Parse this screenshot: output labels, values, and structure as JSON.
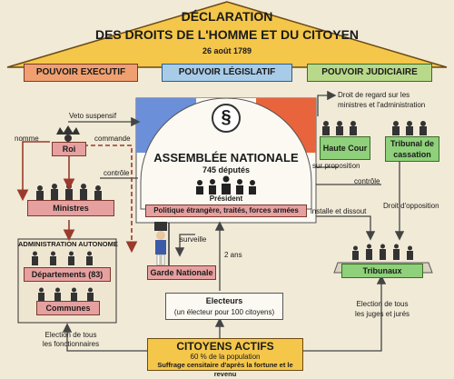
{
  "header": {
    "title_line1": "DÉCLARATION",
    "title_line2": "DES DROITS DE L'HOMME ET DU CITOYEN",
    "date": "26 août 1789"
  },
  "powers": {
    "executive": "POUVOIR EXECUTIF",
    "legislative": "POUVOIR LÉGISLATIF",
    "judicial": "POUVOIR JUDICIAIRE"
  },
  "assembly": {
    "symbol": "§",
    "name": "ASSEMBLÉE NATIONALE",
    "members": "745 députés",
    "president": "Président",
    "domain": "Politique étrangère, traités, forces armées"
  },
  "executive": {
    "veto": "Veto suspensif",
    "appoints": "nomme",
    "commands": "commande",
    "king": "Roi",
    "control": "contrôle",
    "ministers": "Ministres",
    "admin_title": "ADMINISTRATION AUTONOME",
    "departments": "Départements (83)",
    "communes": "Communes",
    "national_guard": "Garde Nationale",
    "surveille": "surveille"
  },
  "judicial": {
    "oversight": "Droit de regard sur les ministres et l'administration",
    "oversight_line1": "Droit de regard sur les",
    "oversight_line2": "ministres et l'administration",
    "high_court": "Haute Cour",
    "cassation_line1": "Tribunal de",
    "cassation_line2": "cassation",
    "on_proposal": "sur proposition",
    "control": "contrôle",
    "installs": "installe et dissout",
    "opposition": "Droit d'opposition",
    "tribunals": "Tribunaux",
    "judges_line1": "Election de tous",
    "judges_line2": "les juges et jurés"
  },
  "electors": {
    "term": "2 ans",
    "title": "Electeurs",
    "ratio": "(un électeur pour 100 citoyens)"
  },
  "citizens": {
    "officials_line1": "Election de tous",
    "officials_line2": "les fonctionnaires",
    "title": "CITOYENS ACTIFS",
    "share": "60 % de la population",
    "suffrage": "Suffrage censitaire d'après la fortune et le revenu"
  }
}
